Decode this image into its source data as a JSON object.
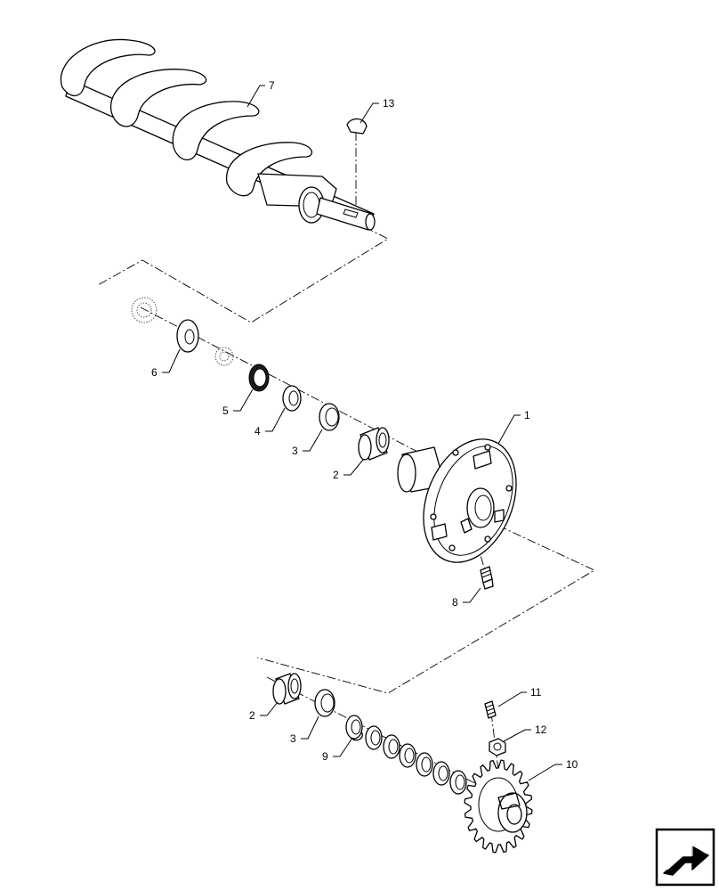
{
  "callouts": {
    "c1": "1",
    "c2a": "2",
    "c2b": "2",
    "c3a": "3",
    "c3b": "3",
    "c4": "4",
    "c5": "5",
    "c6": "6",
    "c7": "7",
    "c8": "8",
    "c9": "9",
    "c10": "10",
    "c11": "11",
    "c12": "12",
    "c13": "13"
  },
  "nav_icon": "continue-arrow-icon"
}
